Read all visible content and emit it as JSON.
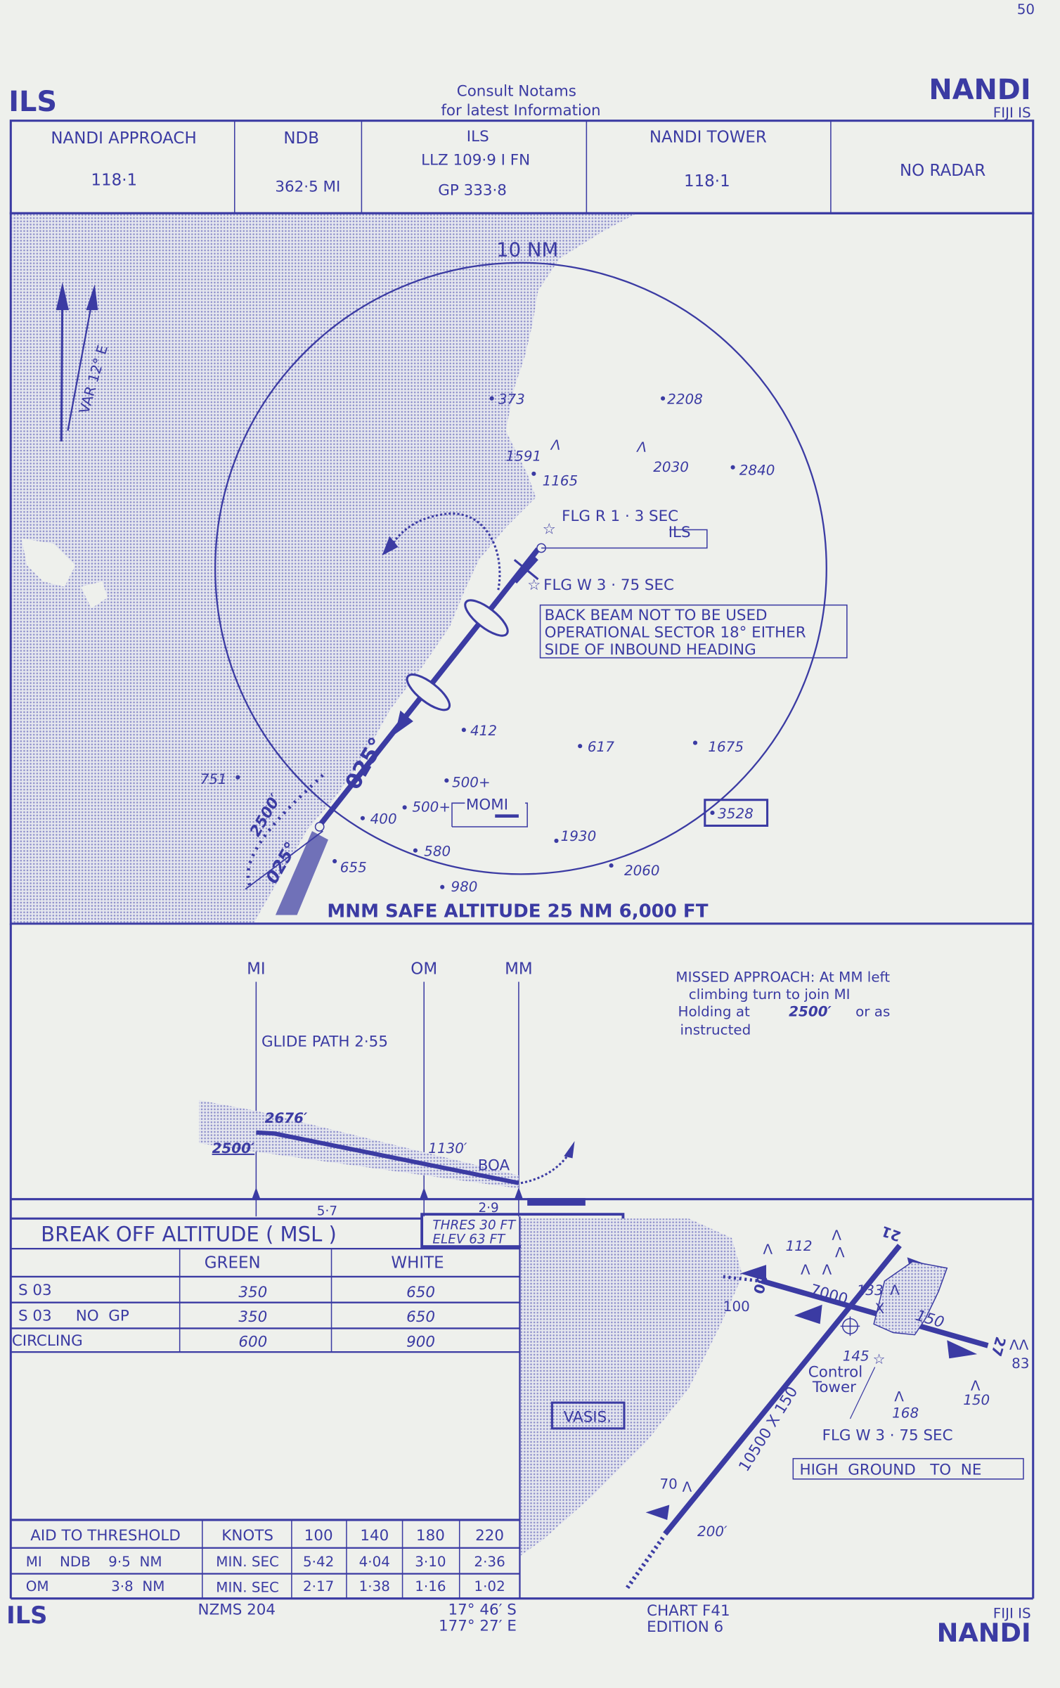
{
  "page_number": "50",
  "header": {
    "procedure": "ILS",
    "notice_line1": "Consult  Notams",
    "notice_line2": "for  latest  Information",
    "airport": "NANDI",
    "country": "FIJI IS"
  },
  "frequencies": [
    {
      "title": "NANDI APPROACH",
      "value": "118·1"
    },
    {
      "title": "NDB",
      "value": "362·5  MI"
    },
    {
      "title": "ILS",
      "value": "LLZ  109·9  I  FN",
      "value2": "GP  333·8"
    },
    {
      "title": "NANDI TOWER",
      "value": "118·1"
    },
    {
      "title": "NO  RADAR"
    }
  ],
  "plan_view": {
    "range_ring": "10 NM",
    "variation": "VAR 12° E",
    "inbound_course": "025°",
    "outbound_course": "025°",
    "procedure_altitude": "2500′",
    "ils_label": "ILS",
    "momi_label": "MOMI",
    "beacon_red": "FLG R 1 · 3 SEC",
    "beacon_white": "FLG W 3 · 75 SEC",
    "note_line1": "BACK BEAM NOT TO BE USED",
    "note_line2": "OPERATIONAL SECTOR 18° EITHER",
    "note_line3": "SIDE OF INBOUND HEADING",
    "msa": "MNM SAFE ALTITUDE 25 NM   6,000 FT",
    "spot_heights": [
      "373",
      "2208",
      "1591",
      "1165",
      "2030",
      "2840",
      "412",
      "617",
      "1675",
      "751",
      "500+",
      "500+",
      "400",
      "1930",
      "3528",
      "655",
      "580",
      "2060",
      "980"
    ]
  },
  "profile": {
    "fixes": [
      "MI",
      "OM",
      "MM"
    ],
    "glide_path": "GLIDE PATH  2·55",
    "alt_mi": "2676′",
    "alt_start": "2500′",
    "alt_om": "1130′",
    "boa": "BOA",
    "dist_mi_om": "5·7",
    "dist_om_mm": "2·9",
    "missed_line1": "MISSED  APPROACH:  At  MM  left",
    "missed_line2": "climbing  turn  to  join  MI",
    "missed_line3_a": "Holding  at",
    "missed_line3_b": "2500′",
    "missed_line3_c": "or  as",
    "missed_line4": "instructed"
  },
  "break_off": {
    "title": "BREAK  OFF  ALTITUDE  ( MSL )",
    "thres": "THRES   30 FT",
    "elev": "ELEV     63 FT",
    "columns": [
      "GREEN",
      "WHITE"
    ],
    "rows": [
      {
        "label": "S 03",
        "green": "350",
        "white": "650"
      },
      {
        "label": "S 03     NO  GP",
        "green": "350",
        "white": "650"
      },
      {
        "label": "CIRCLING",
        "green": "600",
        "white": "900"
      }
    ]
  },
  "timing": {
    "header": [
      "AID TO  THRESHOLD",
      "KNOTS",
      "100",
      "140",
      "180",
      "220"
    ],
    "rows": [
      [
        "MI    NDB    9·5  NM",
        "MIN. SEC",
        "5·42",
        "4·04",
        "3·10",
        "2·36"
      ],
      [
        "OM              3·8  NM",
        "MIN. SEC",
        "2·17",
        "1·38",
        "1·16",
        "1·02"
      ]
    ]
  },
  "aerodrome": {
    "vasis": "VASIS.",
    "runway_main": "10500 X 150",
    "runway_cross": "7000",
    "cross_width": "150",
    "rwy_21": "21",
    "rwy_09": "09",
    "rwy_27": "27",
    "heights": [
      "112",
      "133",
      "100",
      "145",
      "168",
      "150",
      "83",
      "70"
    ],
    "threshold_dist": "200′",
    "tower": "Control",
    "tower2": "Tower",
    "beacon": "FLG W 3 · 75 SEC",
    "high_ground": "HIGH  GROUND   TO  NE"
  },
  "footer": {
    "procedure": "ILS",
    "map_ref": "NZMS  204",
    "lat": "17°  46′ S",
    "lon": "177°  27′ E",
    "chart": "CHART  F41",
    "edition": "EDITION  6",
    "country": "FIJI IS",
    "airport": "NANDI"
  }
}
